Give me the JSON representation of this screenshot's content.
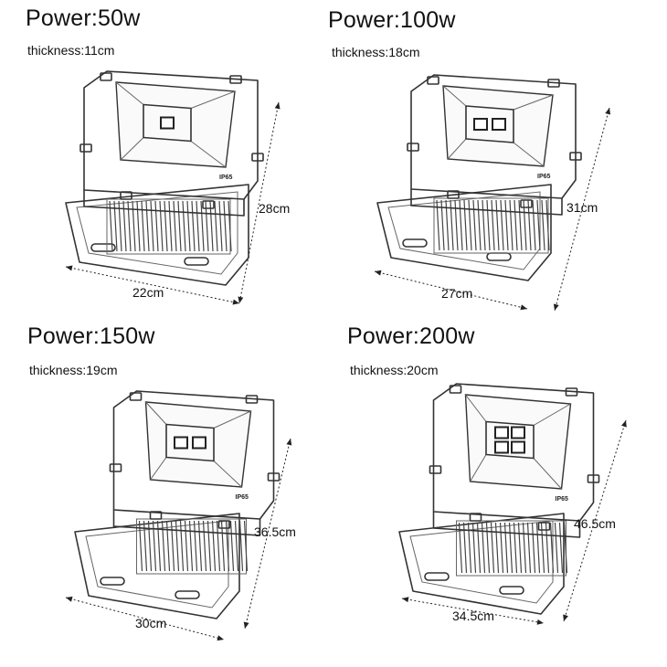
{
  "items": [
    {
      "power": "Power:50w",
      "thickness": "thickness:11cm",
      "width": "22cm",
      "height": "28cm",
      "chips": 1,
      "badge": "IP65"
    },
    {
      "power": "Power:100w",
      "thickness": "thickness:18cm",
      "width": "27cm",
      "height": "31cm",
      "chips": 2,
      "badge": "IP65"
    },
    {
      "power": "Power:150w",
      "thickness": "thickness:19cm",
      "width": "30cm",
      "height": "36.5cm",
      "chips": 2,
      "badge": "IP65"
    },
    {
      "power": "Power:200w",
      "thickness": "thickness:20cm",
      "width": "34.5cm",
      "height": "46.5cm",
      "chips": 4,
      "badge": "IP65"
    }
  ]
}
